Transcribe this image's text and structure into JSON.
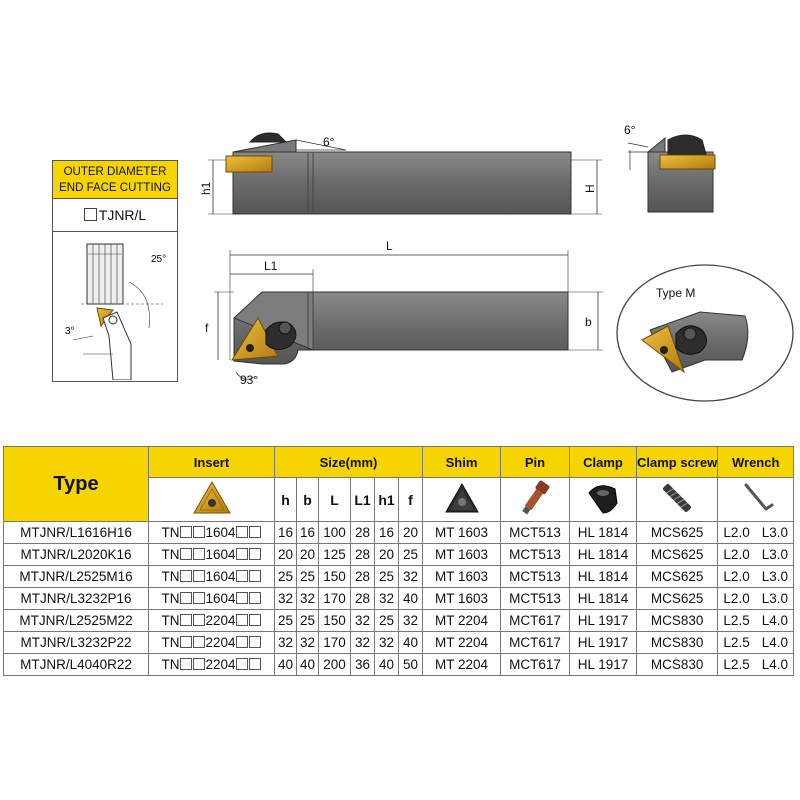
{
  "category": {
    "title_line1": "OUTER DIAMETER",
    "title_line2": "END FACE CUTTING",
    "series": "TJNR/L",
    "diagram_angle_top": "25°",
    "diagram_angle_bottom": "3°"
  },
  "drawing": {
    "side_angle": "6°",
    "end_angle": "6°",
    "label_h1": "h1",
    "label_H": "H",
    "label_L": "L",
    "label_L1": "L1",
    "label_f": "f",
    "label_b": "b",
    "angle_93": "93°",
    "type_m": "Type M"
  },
  "table": {
    "headers": {
      "type": "Type",
      "insert": "Insert",
      "size": "Size(mm)",
      "shim": "Shim",
      "pin": "Pin",
      "clamp": "Clamp",
      "clamp_screw": "Clamp screw",
      "wrench": "Wrench"
    },
    "size_cols": [
      "h",
      "b",
      "L",
      "L1",
      "h1",
      "f"
    ],
    "rows": [
      {
        "type": "MTJNR/L1616H16",
        "insert_prefix": "TN",
        "insert_code": "1604",
        "size": [
          "16",
          "16",
          "100",
          "28",
          "16",
          "20"
        ],
        "shim": "MT 1603",
        "pin": "MCT513",
        "clamp": "HL 1814",
        "screw": "MCS625",
        "wrench_a": "L2.0",
        "wrench_b": "L3.0"
      },
      {
        "type": "MTJNR/L2020K16",
        "insert_prefix": "TN",
        "insert_code": "1604",
        "size": [
          "20",
          "20",
          "125",
          "28",
          "20",
          "25"
        ],
        "shim": "MT 1603",
        "pin": "MCT513",
        "clamp": "HL 1814",
        "screw": "MCS625",
        "wrench_a": "L2.0",
        "wrench_b": "L3.0"
      },
      {
        "type": "MTJNR/L2525M16",
        "insert_prefix": "TN",
        "insert_code": "1604",
        "size": [
          "25",
          "25",
          "150",
          "28",
          "25",
          "32"
        ],
        "shim": "MT 1603",
        "pin": "MCT513",
        "clamp": "HL 1814",
        "screw": "MCS625",
        "wrench_a": "L2.0",
        "wrench_b": "L3.0"
      },
      {
        "type": "MTJNR/L3232P16",
        "insert_prefix": "TN",
        "insert_code": "1604",
        "size": [
          "32",
          "32",
          "170",
          "28",
          "32",
          "40"
        ],
        "shim": "MT 1603",
        "pin": "MCT513",
        "clamp": "HL 1814",
        "screw": "MCS625",
        "wrench_a": "L2.0",
        "wrench_b": "L3.0"
      },
      {
        "type": "MTJNR/L2525M22",
        "insert_prefix": "TN",
        "insert_code": "2204",
        "size": [
          "25",
          "25",
          "150",
          "32",
          "25",
          "32"
        ],
        "shim": "MT 2204",
        "pin": "MCT617",
        "clamp": "HL 1917",
        "screw": "MCS830",
        "wrench_a": "L2.5",
        "wrench_b": "L4.0"
      },
      {
        "type": "MTJNR/L3232P22",
        "insert_prefix": "TN",
        "insert_code": "2204",
        "size": [
          "32",
          "32",
          "170",
          "32",
          "32",
          "40"
        ],
        "shim": "MT 2204",
        "pin": "MCT617",
        "clamp": "HL 1917",
        "screw": "MCS830",
        "wrench_a": "L2.5",
        "wrench_b": "L4.0"
      },
      {
        "type": "MTJNR/L4040R22",
        "insert_prefix": "TN",
        "insert_code": "2204",
        "size": [
          "40",
          "40",
          "200",
          "36",
          "40",
          "50"
        ],
        "shim": "MT 2204",
        "pin": "MCT617",
        "clamp": "HL 1917",
        "screw": "MCS830",
        "wrench_a": "L2.5",
        "wrench_b": "L4.0"
      }
    ]
  },
  "colors": {
    "header_yellow": "#f5d400",
    "tool_body": "#6e6e6e",
    "insert_gold": "#d9a21b"
  },
  "icons": {
    "insert": "triangular-insert-icon",
    "shim": "shim-icon",
    "pin": "pin-icon",
    "clamp": "clamp-icon",
    "clamp_screw": "screw-icon",
    "wrench": "hex-wrench-icon"
  }
}
